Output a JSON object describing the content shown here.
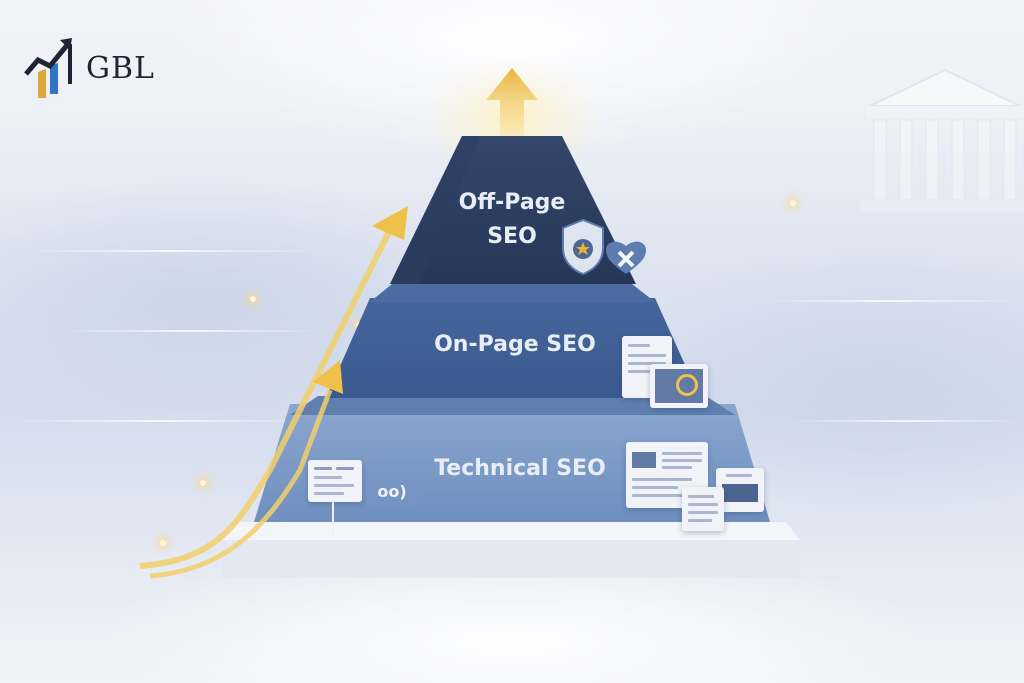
{
  "brand": {
    "name": "GBL",
    "icon": "rising-chart-logo-icon",
    "colors": {
      "text": "#1e2433",
      "bar_gold": "#d8a936",
      "bar_blue": "#2f74c9",
      "arrow": "#1e2433"
    }
  },
  "diagram": {
    "type": "pyramid",
    "title_icon": "up-arrow-icon",
    "tiers": [
      {
        "level": 1,
        "position": "top",
        "label_line1": "Off-Page",
        "label_line2": "SEO",
        "color": "#2c3d5e",
        "icons": [
          "shield-star-icon",
          "heart-x-icon"
        ]
      },
      {
        "level": 2,
        "position": "middle",
        "label": "On-Page SEO",
        "color": "#3c5f96",
        "icons": [
          "document-icon",
          "analytics-screen-icon"
        ]
      },
      {
        "level": 3,
        "position": "bottom",
        "label": "Technical SEO",
        "color": "#7b9ac6",
        "icons": [
          "signpost-icon",
          "chat-signal-icon",
          "report-document-icon",
          "page-icon",
          "code-screen-icon"
        ]
      }
    ],
    "accent_colors": {
      "gold_arrow": "#f0c24a",
      "base": "#e4e8f0"
    },
    "decorations": [
      "growth-arrow-large",
      "growth-arrow-small",
      "classical-temple-building"
    ]
  }
}
